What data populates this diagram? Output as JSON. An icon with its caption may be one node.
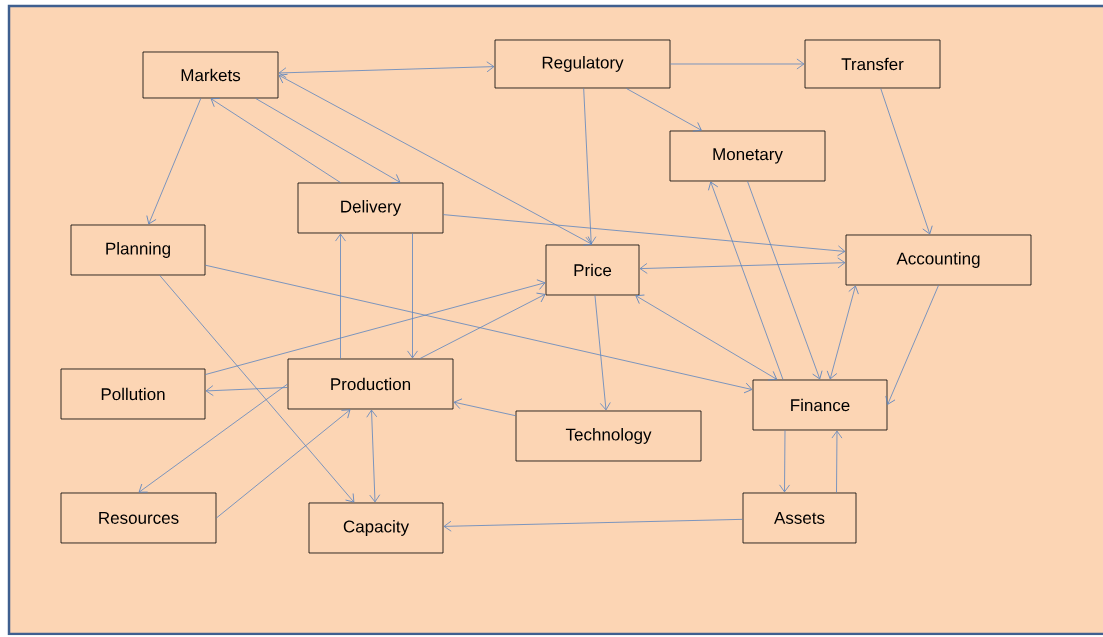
{
  "diagram": {
    "nodes": [
      {
        "text": [
          "Markets"
        ]
      },
      {
        "text": [
          "Regulatory"
        ]
      },
      {
        "text": [
          "Transfer"
        ]
      },
      {
        "text": [
          "Monetary"
        ]
      },
      {
        "text": [
          "Delivery"
        ]
      },
      {
        "text": [
          "Planning"
        ]
      },
      {
        "text": [
          "Price"
        ]
      },
      {
        "text": [
          "Accounting"
        ]
      },
      {
        "text": [
          "Pollution"
        ]
      },
      {
        "text": [
          "Production"
        ]
      },
      {
        "text": [
          "Technology"
        ]
      },
      {
        "text": [
          "Finance"
        ]
      },
      {
        "text": [
          "Resources"
        ]
      },
      {
        "text": [
          "Capacity"
        ]
      },
      {
        "text": [
          "Assets"
        ]
      }
    ],
    "edges": [
      {
        "from": 0,
        "to": 1,
        "arrow": "both"
      },
      {
        "from": 0,
        "to": 5,
        "arrow": "to"
      },
      {
        "from": 4,
        "to": 0,
        "arrow": "to"
      },
      {
        "from": 0,
        "to": 4,
        "arrow": "to"
      },
      {
        "from": 6,
        "to": 0,
        "arrow": "both"
      },
      {
        "from": 1,
        "to": 2,
        "arrow": "to"
      },
      {
        "from": 1,
        "to": 6,
        "arrow": "to"
      },
      {
        "from": 1,
        "to": 3,
        "arrow": "to"
      },
      {
        "from": 2,
        "to": 7,
        "arrow": "to"
      },
      {
        "from": 4,
        "to": 7,
        "arrow": "to"
      },
      {
        "from": 4,
        "to": 9,
        "arrow": "to"
      },
      {
        "from": 9,
        "to": 4,
        "arrow": "to"
      },
      {
        "from": 5,
        "to": 11,
        "arrow": "to"
      },
      {
        "from": 5,
        "to": 13,
        "arrow": "to"
      },
      {
        "from": 8,
        "to": 6,
        "arrow": "to"
      },
      {
        "from": 6,
        "to": 7,
        "arrow": "both"
      },
      {
        "from": 6,
        "to": 10,
        "arrow": "to"
      },
      {
        "from": 10,
        "to": 9,
        "arrow": "to"
      },
      {
        "from": 9,
        "to": 6,
        "arrow": "to"
      },
      {
        "from": 9,
        "to": 8,
        "arrow": "to"
      },
      {
        "from": 9,
        "to": 12,
        "arrow": "to"
      },
      {
        "from": 12,
        "to": 9,
        "arrow": "to"
      },
      {
        "from": 13,
        "to": 9,
        "arrow": "both"
      },
      {
        "from": 11,
        "to": 6,
        "arrow": "both"
      },
      {
        "from": 11,
        "to": 3,
        "arrow": "to"
      },
      {
        "from": 3,
        "to": 11,
        "arrow": "to"
      },
      {
        "from": 11,
        "to": 7,
        "arrow": "both"
      },
      {
        "from": 7,
        "to": 11,
        "arrow": "to"
      },
      {
        "from": 11,
        "to": 14,
        "arrow": "to"
      },
      {
        "from": 14,
        "to": 11,
        "arrow": "to"
      },
      {
        "from": 14,
        "to": 13,
        "arrow": "to"
      }
    ]
  }
}
